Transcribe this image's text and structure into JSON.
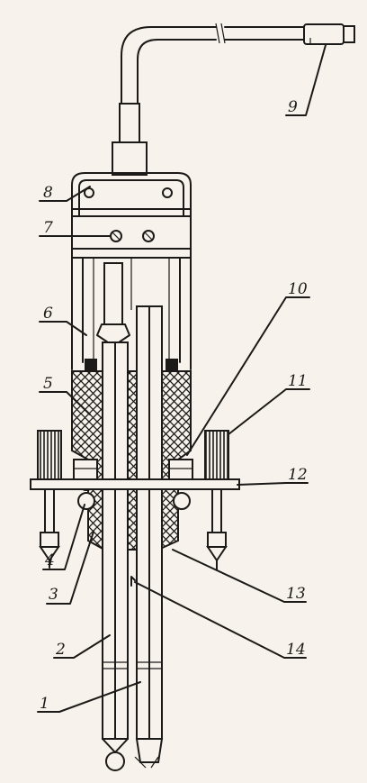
{
  "labels": {
    "l1": "1",
    "l2": "2",
    "l3": "3",
    "l4": "4",
    "l5": "5",
    "l6": "6",
    "l7": "7",
    "l8": "8",
    "l9": "9",
    "l10": "10",
    "l11": "11",
    "l12": "12",
    "l13": "13",
    "l14": "14"
  }
}
